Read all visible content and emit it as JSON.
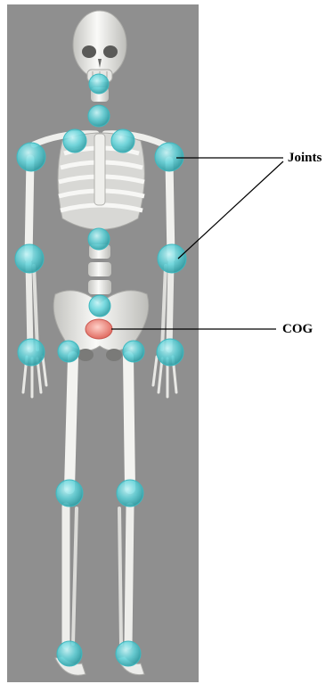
{
  "labels": {
    "joints": "Joints",
    "cog": "COG"
  },
  "colors": {
    "backdrop": "#8f8f8f",
    "bone": "#ececea",
    "bone_shade": "#b9b9b6",
    "joint": "#5fd3da",
    "cog": "#f08a80",
    "line": "#000000"
  },
  "legend_items": [
    "joint-marker",
    "center-of-gravity-marker"
  ]
}
